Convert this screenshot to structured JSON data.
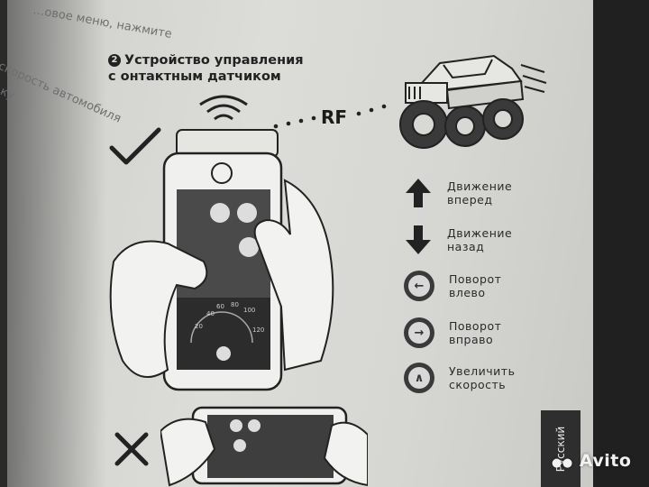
{
  "bleed": {
    "line1": "…овое меню, нажмите",
    "line2": "скорость автомобиля",
    "line3": "ку"
  },
  "section": {
    "number": "2",
    "title_line1": "Устройство управления",
    "title_line2": "с онтактным датчиком"
  },
  "rf_label": "RF",
  "legend": [
    {
      "icon": "arrow-up-icon",
      "line1": "Движение",
      "line2": "вперед"
    },
    {
      "icon": "arrow-down-icon",
      "line1": "Движение",
      "line2": "назад"
    },
    {
      "icon": "arrow-left-icon",
      "line1": "Поворот",
      "line2": "влево"
    },
    {
      "icon": "arrow-right-icon",
      "line1": "Поворот",
      "line2": "вправо"
    },
    {
      "icon": "speed-up-icon",
      "line1": "Увеличить",
      "line2": "скорость"
    }
  ],
  "speedo_ticks": [
    "40",
    "60",
    "80",
    "100",
    "20",
    "120"
  ],
  "lang_tab": "Русский",
  "watermark": "Avito",
  "colors": {
    "paper": "#d8d8d5",
    "ink": "#222222",
    "tab": "#2e2e2e"
  }
}
